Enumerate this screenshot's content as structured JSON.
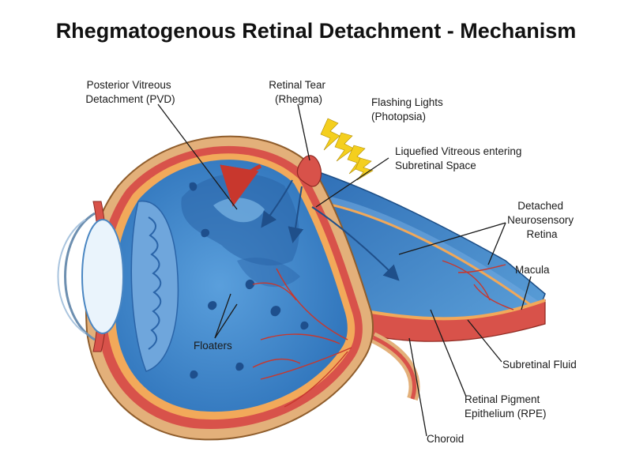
{
  "title": "Rhegmatogenous Retinal Detachment - Mechanism",
  "labels": {
    "pvd": [
      "Posterior Vitreous",
      "Detachment (PVD)"
    ],
    "tear": [
      "Retinal Tear",
      "(Rhegma)"
    ],
    "photopsia": [
      "Flashing Lights",
      "(Photopsia)"
    ],
    "liquefied": [
      "Liquefied Vitreous entering",
      "Subretinal Space"
    ],
    "detached": [
      "Detached",
      "Neurosensory",
      "Retina"
    ],
    "macula": "Macula",
    "floaters": "Floaters",
    "subretinal_fluid": "Subretinal Fluid",
    "rpe": [
      "Retinal Pigment",
      "Epithelium (RPE)"
    ],
    "choroid": "Choroid"
  },
  "colors": {
    "vitreous": "#3f88cc",
    "vitreous_dark": "#2a64a8",
    "sclera": "#e3b07a",
    "choroid": "#d8524a",
    "retina": "#f2a95a",
    "fluid": "#5aa0dc",
    "flash": "#f4cf1e"
  }
}
